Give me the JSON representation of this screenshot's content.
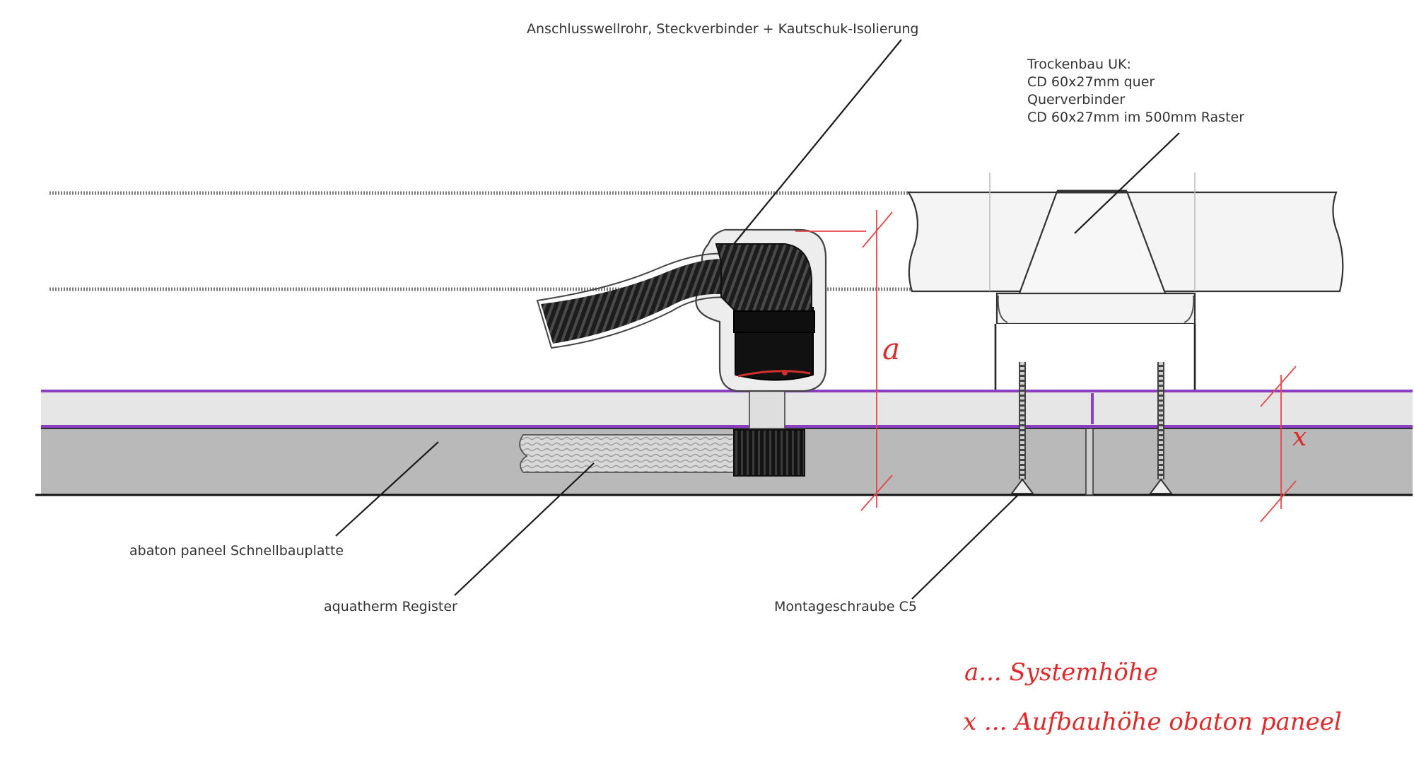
{
  "labels": {
    "pipe_connection": "Anschlusswellrohr, Steckverbinder + Kautschuk-Isolierung",
    "drywall_title": "Trockenbau UK:",
    "drywall_line1": "CD 60x27mm quer",
    "drywall_line2": "Querverbinder",
    "drywall_line3": "CD 60x27mm im 500mm Raster",
    "panel": "abaton paneel Schnellbauplatte",
    "register": "aquatherm Register",
    "screw": "Montageschraube C5"
  },
  "dimensions": {
    "a_symbol": "a",
    "x_symbol": "x"
  },
  "legend": {
    "a_line": "a... Systemhöhe",
    "x_line": "x ... Aufbauhöhe obaton paneel"
  },
  "colors": {
    "dimension_red": "#e5474b",
    "membrane_purple": "#8a3fc1",
    "panel_grey": "#b9b9b9",
    "top_layer_grey": "#e6e6e6",
    "hose_black": "#1c1c1c"
  }
}
